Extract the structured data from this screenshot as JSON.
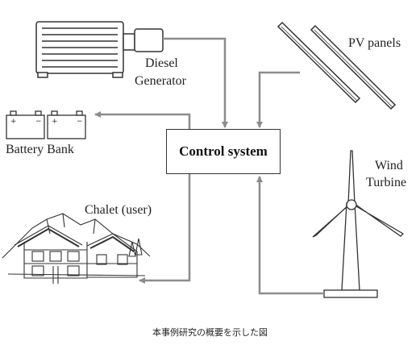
{
  "labels": {
    "diesel_line1": "Diesel",
    "diesel_line2": "Generator",
    "pv": "PV panels",
    "battery": "Battery Bank",
    "control": "Control system",
    "wind_line1": "Wind",
    "wind_line2": "Turbine",
    "chalet": "Chalet (user)"
  },
  "caption": "本事例研究の概要を示した図",
  "icons": [
    "diesel-generator-icon",
    "pv-panels-icon",
    "battery-bank-icon",
    "wind-turbine-icon",
    "chalet-icon"
  ],
  "colors": {
    "arrow": "#8c8c8c",
    "stroke": "#333333"
  }
}
